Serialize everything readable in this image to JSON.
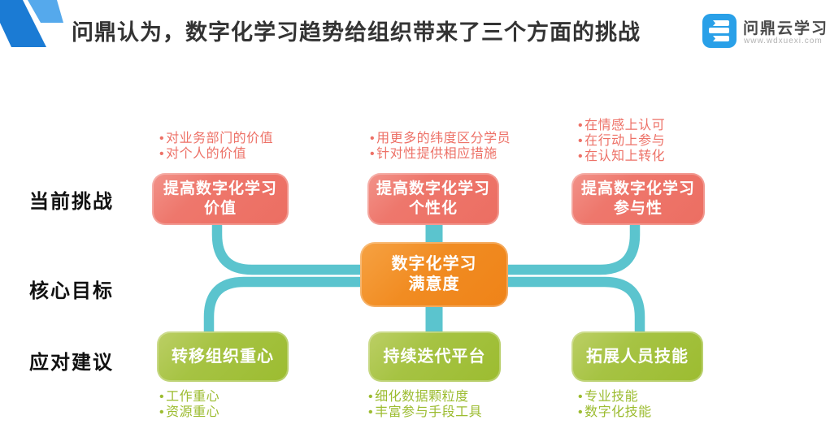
{
  "header": {
    "title": "问鼎认为，数字化学习趋势给组织带来了三个方面的挑战",
    "logo": {
      "name": "问鼎云学习",
      "url": "www.wdxuexi.com"
    }
  },
  "row_labels": {
    "challenges": "当前挑战",
    "goal": "核心目标",
    "suggestions": "应对建议"
  },
  "center_goal": {
    "line1": "数字化学习",
    "line2": "满意度"
  },
  "challenges": [
    {
      "line1": "提高数字化学习",
      "line2": "价值",
      "bullets": [
        "对业务部门的价值",
        "对个人的价值"
      ]
    },
    {
      "line1": "提高数字化学习",
      "line2": "个性化",
      "bullets": [
        "用更多的纬度区分学员",
        "针对性提供相应措施"
      ]
    },
    {
      "line1": "提高数字化学习",
      "line2": "参与性",
      "bullets": [
        "在情感上认可",
        "在行动上参与",
        "在认知上转化"
      ]
    }
  ],
  "suggestions": [
    {
      "title": "转移组织重心",
      "bullets": [
        "工作重心",
        "资源重心"
      ]
    },
    {
      "title": "持续迭代平台",
      "bullets": [
        "细化数据颗粒度",
        "丰富参与手段工具"
      ]
    },
    {
      "title": "拓展人员技能",
      "bullets": [
        "专业技能",
        "数字化技能"
      ]
    }
  ],
  "colors": {
    "salmon": "#ED7167",
    "orange": "#F0861B",
    "green": "#A3C139",
    "teal": "#5BC4CE",
    "brand_blue": "#29A0E8",
    "deco_dark_blue": "#1B7BD4",
    "deco_light_blue": "#55A9EC"
  }
}
